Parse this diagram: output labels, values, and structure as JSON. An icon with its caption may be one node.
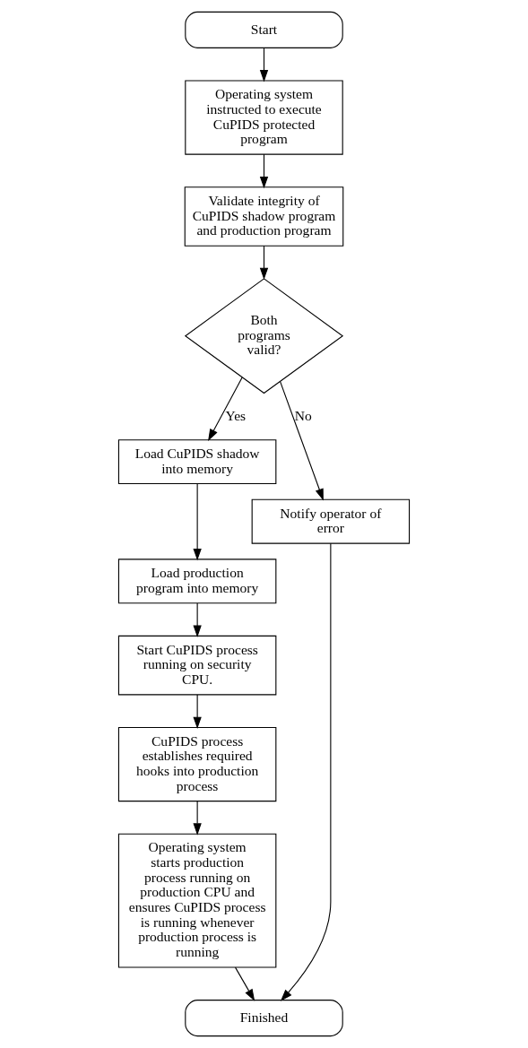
{
  "diagram": {
    "nodes": [
      {
        "text": [
          "Start"
        ]
      },
      {
        "text": [
          "Operating system instructed to execute CuPIDS protected program"
        ]
      },
      {
        "text": [
          "Validate integrity of CuPIDS shadow program and production program"
        ]
      },
      {
        "text": [
          "Both programs valid?"
        ]
      },
      {
        "text": [
          "Load CuPIDS shadow into memory"
        ]
      },
      {
        "text": [
          "Load production program into memory"
        ]
      },
      {
        "text": [
          "Start CuPIDS process running on security CPU."
        ]
      },
      {
        "text": [
          "Notify operator of error"
        ]
      },
      {
        "text": [
          "CuPIDS process establishes required hooks into production process"
        ]
      },
      {
        "text": [
          "Operating system starts production process running on production CPU and ensures CuPIDS process is running whenever production process is running"
        ]
      },
      {
        "text": [
          "Finished"
        ]
      }
    ],
    "edges": [
      {
        "from": 0,
        "to": 1,
        "arrow": "to"
      },
      {
        "from": 1,
        "to": 2,
        "arrow": "to"
      },
      {
        "from": 2,
        "to": 3,
        "arrow": "to"
      },
      {
        "from": 3,
        "to": 4,
        "arrow": "to",
        "label": "Yes"
      },
      {
        "from": 3,
        "to": 7,
        "arrow": "to",
        "label": "No"
      },
      {
        "from": 4,
        "to": 5,
        "arrow": "to"
      },
      {
        "from": 5,
        "to": 6,
        "arrow": "to"
      },
      {
        "from": 6,
        "to": 8,
        "arrow": "to"
      },
      {
        "from": 8,
        "to": 9,
        "arrow": "to"
      },
      {
        "from": 9,
        "to": 10,
        "arrow": "to"
      },
      {
        "from": 7,
        "to": 10,
        "arrow": "to"
      }
    ]
  }
}
